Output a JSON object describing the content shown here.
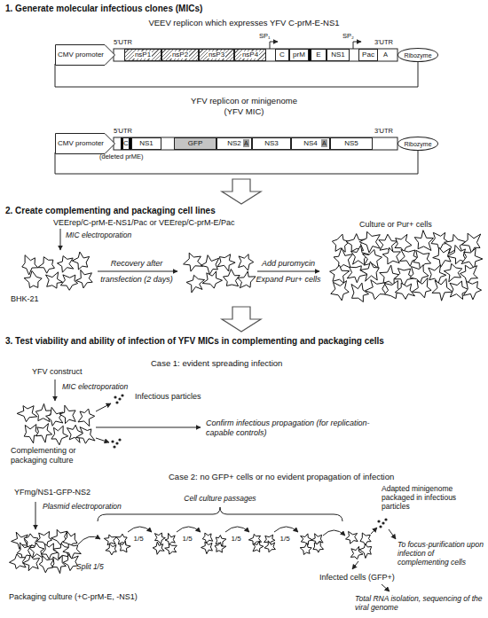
{
  "diagram": {
    "nodes": [
      {
        "text": [
          "CMV promoter"
        ]
      },
      {
        "text": [
          "nsP1"
        ]
      },
      {
        "text": [
          "nsP2"
        ]
      },
      {
        "text": [
          "nsP3"
        ]
      },
      {
        "text": [
          "nsP4"
        ]
      },
      {
        "text": [
          "C"
        ]
      },
      {
        "text": [
          "prM"
        ]
      },
      {
        "text": [
          "E"
        ]
      },
      {
        "text": [
          "NS1"
        ]
      },
      {
        "text": [
          "Pac"
        ]
      },
      {
        "text": [
          "Ribozyme"
        ]
      },
      {
        "text": [
          "CMV promoter"
        ]
      },
      {
        "text": [
          "C"
        ]
      },
      {
        "text": [
          "NS1"
        ]
      },
      {
        "text": [
          "GFP"
        ]
      },
      {
        "text": [
          "NS2"
        ]
      },
      {
        "text": [
          "NS3"
        ]
      },
      {
        "text": [
          "NS4"
        ]
      },
      {
        "text": [
          "NS5"
        ]
      },
      {
        "text": [
          "Ribozyme"
        ]
      }
    ],
    "labels": [
      "1. Generate molecular infectious clones (MICs)",
      "VEEV replicon which expresses YFV C-prM-E-NS1",
      "5'UTR",
      "SP₁",
      "SP₂",
      "3'UTR",
      "A",
      "YFV replicon or minigenome",
      "(YFV MIC)",
      "5'UTR",
      "(deleted prME)",
      "A",
      "A",
      "3'UTR",
      "2. Create complementing and packaging cell lines",
      "VEErep/C-prM-E-NS1/Pac or VEErep/C-prM-E/Pac",
      "MIC electroporation",
      "Culture or Pur+ cells",
      "Recovery after",
      "transfection (2 days)",
      "Add puromycin",
      "Expand Pur+ cells",
      "BHK-21",
      "3. Test viability and ability of infection of YFV MICs in complementing and packaging cells",
      "Case 1: evident spreading infection",
      "YFV construct",
      "MIC electroporation",
      "Infectious particles",
      "Complementing or packaging culture",
      "Confirm infectious propagation (for replication-capable controls)",
      "Case 2: no GFP+ cells or no evident propagation of infection",
      "YFmg/NS1-GFP-NS2",
      "Plasmid electroporation",
      "Cell culture passages",
      "Adapted minigenome packaged in infectious particles",
      "Split 1/5",
      "1/5",
      "1/5",
      "1/5",
      "1/5",
      "To focus-purification upon infection of complementing cells",
      "Packaging culture (+C-prM-E, -NS1)",
      "Infected cells (GFP+)",
      "Total RNA isolation, sequencing of the viral genome"
    ]
  }
}
